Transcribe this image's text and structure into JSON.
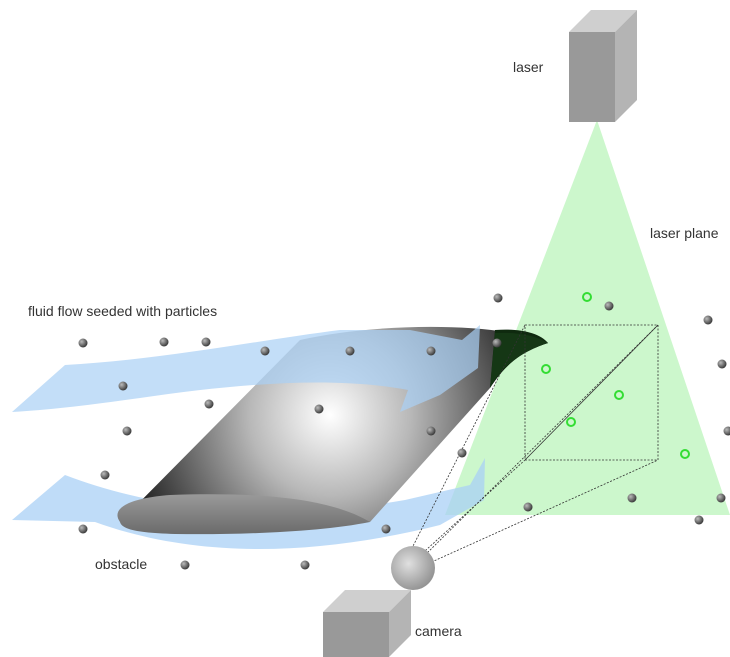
{
  "labels": {
    "laser": "laser",
    "laser_plane": "laser plane",
    "fluid_flow": "fluid flow seeded with particles",
    "obstacle": "obstacle",
    "camera": "camera"
  },
  "colors": {
    "laser_plane": "#ccf7cc",
    "flow_arrow": "#a9d0f5",
    "particle": "#555555",
    "illuminated_particle": "#33dd33",
    "box": "#999999"
  }
}
